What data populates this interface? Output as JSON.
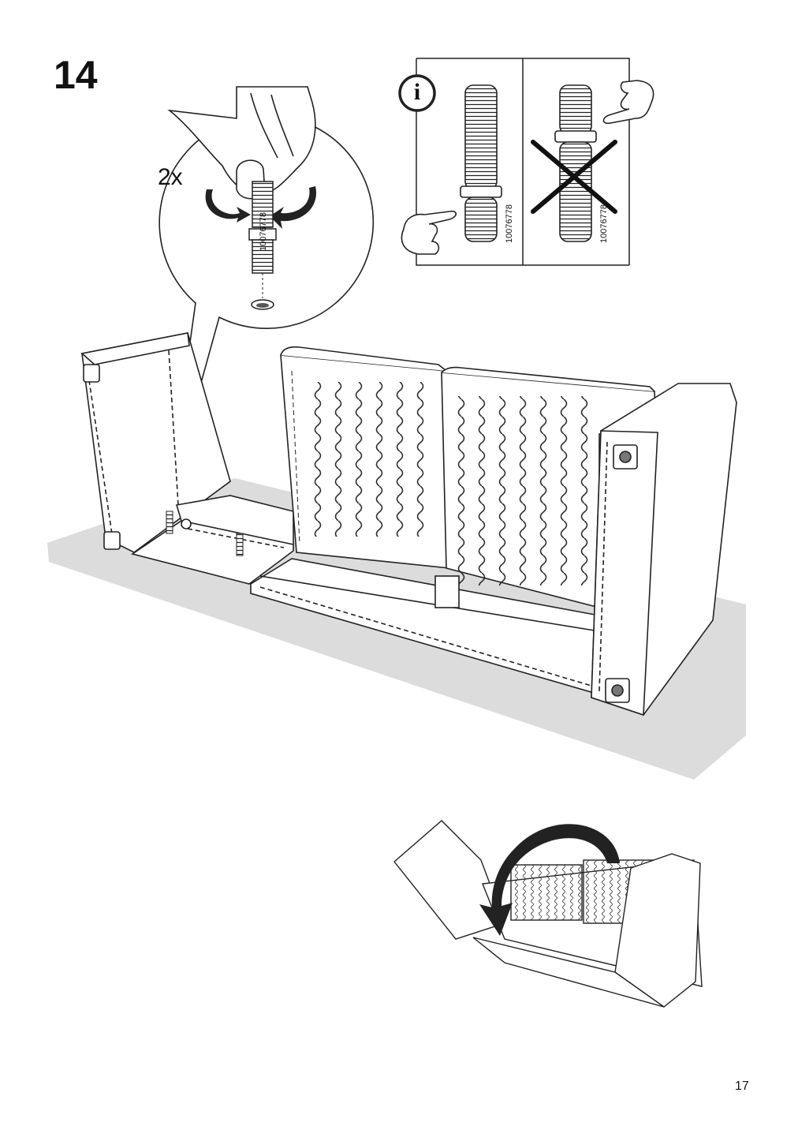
{
  "page": {
    "step_number": "14",
    "page_number": "17"
  },
  "detail": {
    "quantity": "2x",
    "part_number": "10076778"
  },
  "info_panel": {
    "info_symbol": "i",
    "correct": {
      "part_number": "10076778"
    },
    "incorrect": {
      "part_number": "10076778"
    }
  },
  "icons": [
    "info-icon",
    "hand-icon",
    "rotate-arrow-icon",
    "flip-arrow-icon",
    "cross-icon"
  ]
}
